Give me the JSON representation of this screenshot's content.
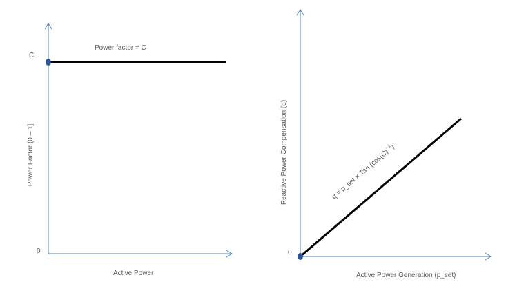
{
  "left_panel": {
    "ylabel": "Power Factor (0 – 1]",
    "xlabel": "Active Power",
    "tick_c": "C",
    "tick_zero": "0",
    "line_label": "Power factor = C"
  },
  "right_panel": {
    "ylabel": "Reactive Power Compensation (q)",
    "xlabel": "Active Power Generation (p_set)",
    "tick_zero": "0",
    "eq_main": "q = p_set × Tan (cos(",
    "eq_c": "C",
    "eq_close": ")",
    "eq_sup": "−1",
    "eq_end": ")"
  },
  "colors": {
    "axis": "#4f81bd",
    "line": "#000000",
    "point": "#2e5597",
    "text": "#595959"
  }
}
